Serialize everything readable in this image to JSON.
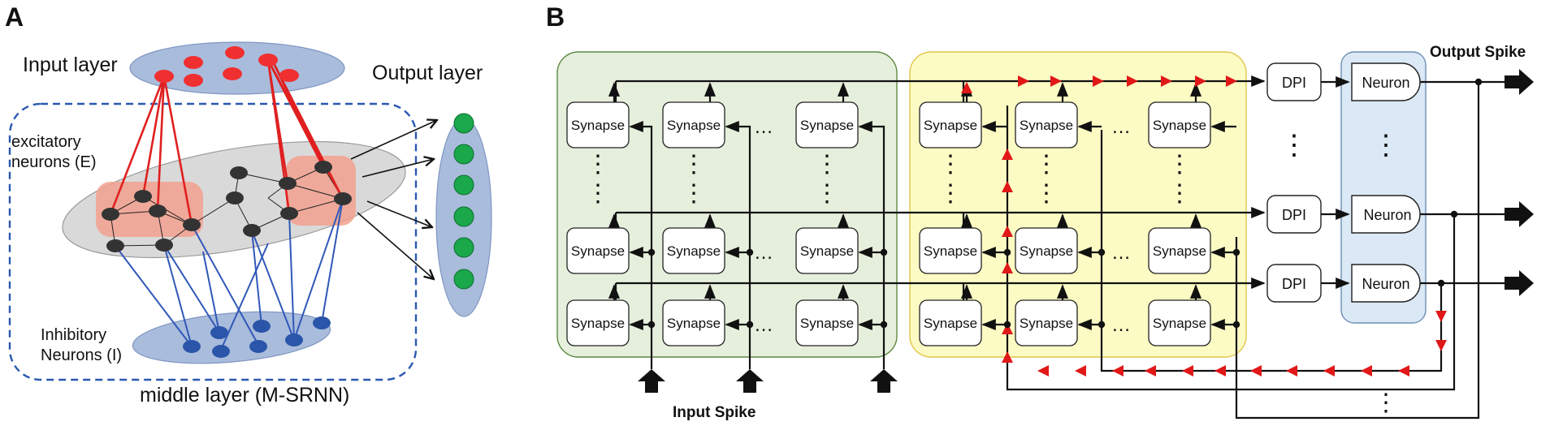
{
  "panel_a": {
    "letter": "A",
    "input_layer": "Input layer",
    "output_layer": "Output layer",
    "excitatory_line1": "excitatory",
    "excitatory_line2": "neurons (E)",
    "inhibitory_line1": "Inhibitory",
    "inhibitory_line2": "Neurons (I)",
    "middle_layer": "middle layer (M-SRNN)"
  },
  "panel_b": {
    "letter": "B",
    "synapse_label": "Synapse",
    "ellipsis": "…",
    "vdots": "⋮",
    "dpi_label": "DPI",
    "neuron_label": "Neuron",
    "output_spike": "Output Spike",
    "input_spike": "Input Spike"
  },
  "colors": {
    "input_red": "#f03030",
    "output_green": "#1aa84a",
    "inhibitory_blue": "#2a55a8",
    "excitatory_dark": "#333333",
    "connection_red": "#e02020",
    "connection_blue": "#3058b8",
    "green_region": "#e6efdc",
    "yellow_region": "#fcfbc4",
    "blue_region": "#dbe8f5"
  }
}
